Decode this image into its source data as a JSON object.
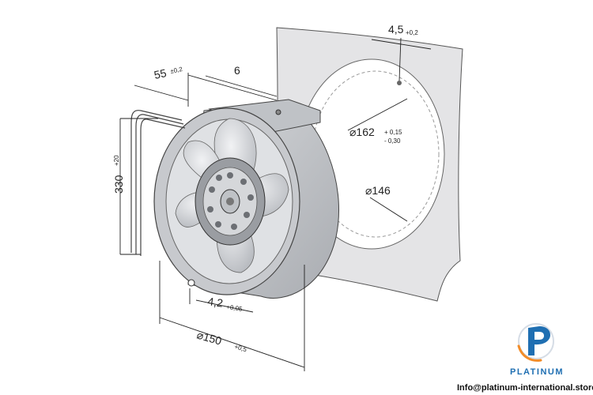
{
  "dimensions": {
    "panel_cutout_offset": {
      "value": "4,5",
      "tolerance": "+0,2"
    },
    "outer_ring_diameter": {
      "value": "⌀162",
      "tolerance_upper": "+ 0,15",
      "tolerance_lower": "- 0,30"
    },
    "inner_ring_diameter": {
      "value": "⌀146"
    },
    "depth": {
      "value": "55",
      "tolerance": "±0,2"
    },
    "flange": {
      "value": "6"
    },
    "cable_length": {
      "value": "330",
      "tolerance": "+20"
    },
    "mount_hole": {
      "value": "4,2",
      "tolerance": "+0,05"
    },
    "fan_diameter": {
      "value": "⌀150",
      "tolerance": "+0,5"
    }
  },
  "branding": {
    "logo_name": "PLATINUM",
    "email": "Info@platinum-international.store"
  },
  "colors": {
    "brand_blue": "#1f6fb2",
    "panel": "#e4e4e6",
    "metal": "#c9cbcf"
  }
}
